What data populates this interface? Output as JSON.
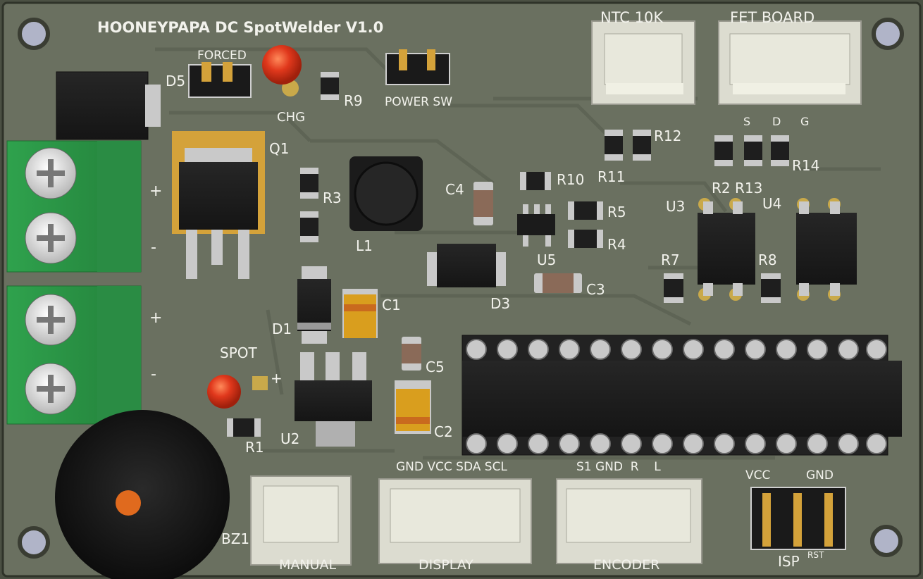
{
  "board": {
    "title": "HOONEYPAPA DC SpotWelder V1.0",
    "colors": {
      "pcb": "#6a7060",
      "pcb_dark": "#5a6050",
      "silk": "#f2f2ec",
      "terminal": "#2e9a4a",
      "pad": "#c9a94a"
    }
  },
  "labels": {
    "forced": "FORCED",
    "d5": "D5",
    "chg": "CHG",
    "r9": "R9",
    "power_sw": "POWER SW",
    "ntc": "NTC 10K",
    "fet_board": "FET BOARD",
    "fet_s": "S",
    "fet_d": "D",
    "fet_g": "G",
    "r12": "R12",
    "r11": "R11",
    "r14": "R14",
    "q1": "Q1",
    "plus_top": "+",
    "minus_top": "-",
    "plus_bottom": "+",
    "minus_bottom": "-",
    "r3": "R3",
    "l1": "L1",
    "c4": "C4",
    "r10": "R10",
    "r5": "R5",
    "r4": "R4",
    "u5": "U5",
    "c3": "C3",
    "d3": "D3",
    "r2r13": "R2 R13",
    "u3": "U3",
    "u4": "U4",
    "r7": "R7",
    "r8": "R8",
    "c1": "C1",
    "d1": "D1",
    "spot": "SPOT",
    "spot_plus": "+",
    "c5": "C5",
    "c2": "C2",
    "u2": "U2",
    "r1": "R1",
    "bz1": "BZ1",
    "display_pins": "GND VCC SDA SCL",
    "encoder_pins": "S1 GND  R    L",
    "isp_vcc": "VCC",
    "isp_gnd": "GND",
    "isp": "ISP",
    "rst": "RST",
    "manual": "MANUAL",
    "display": "DISPLAY",
    "encoder": "ENCODER"
  }
}
